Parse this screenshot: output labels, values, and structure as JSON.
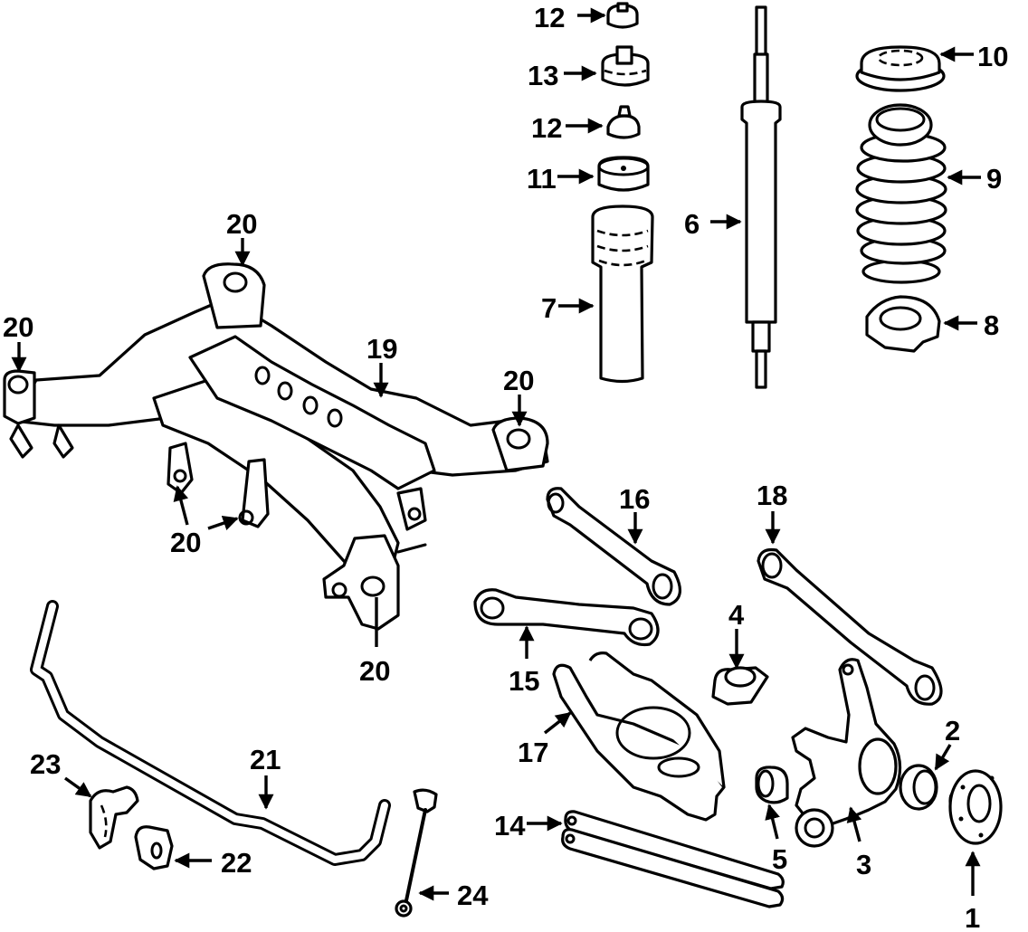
{
  "diagram": {
    "title": "Rear suspension components",
    "ink_color": "#000000",
    "background": "#ffffff",
    "callouts": {
      "hub": "1",
      "bearing": "2",
      "knuckle": "3",
      "mount": "4",
      "bushing": "5",
      "shock": "6",
      "boot": "7",
      "lower_insulator": "8",
      "spring": "9",
      "upper_insulator": "10",
      "bumper": "11",
      "mount_nut_top": "12",
      "mount_bushing": "13",
      "mount_nut_lower": "12",
      "trailing_link": "14",
      "lower_link": "15",
      "upper_link": "16",
      "lower_control_arm": "17",
      "toe_link": "18",
      "crossmember": "19",
      "crossmember_mount_top": "20",
      "crossmember_mount_left": "20",
      "crossmember_mount_right": "20",
      "crossmember_mount_lower_a": "20",
      "crossmember_mount_bottom": "20",
      "stabilizer_bar": "21",
      "stabilizer_bushing": "22",
      "stabilizer_bracket": "23",
      "stabilizer_link": "24"
    }
  }
}
